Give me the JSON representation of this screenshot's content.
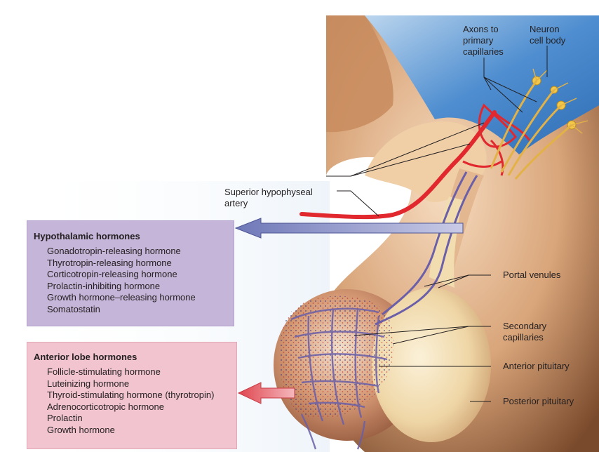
{
  "labels": {
    "axons": [
      "Axons to",
      "primary",
      "capillaries"
    ],
    "neuron": [
      "Neuron",
      "cell body"
    ],
    "artery": [
      "Superior hypophyseal",
      "artery"
    ],
    "portal_venules": "Portal venules",
    "secondary_capillaries": [
      "Secondary",
      "capillaries"
    ],
    "anterior_pituitary": "Anterior pituitary",
    "posterior_pituitary": "Posterior pituitary"
  },
  "hypothalamic": {
    "title": "Hypothalamic hormones",
    "items": [
      "Gonadotropin-releasing hormone",
      "Thyrotropin-releasing hormone",
      "Corticotropin-releasing hormone",
      "Prolactin-inhibiting hormone",
      "Growth hormone–releasing hormone",
      "Somatostatin"
    ]
  },
  "anterior": {
    "title": "Anterior lobe hormones",
    "items": [
      "Follicle-stimulating hormone",
      "Luteinizing hormone",
      "Thyroid-stimulating hormone (thyrotropin)",
      "Adrenocorticotropic hormone",
      "Prolactin",
      "Growth hormone"
    ]
  },
  "colors": {
    "tissue": "#d9ab83",
    "tissue_dark": "#8a5a38",
    "ventricle": "#3b78c0",
    "artery": "#e0282e",
    "vein": "#6a5fa8",
    "posterior_lobe": "#f2ddb0",
    "neuron": "#f3c84a"
  }
}
